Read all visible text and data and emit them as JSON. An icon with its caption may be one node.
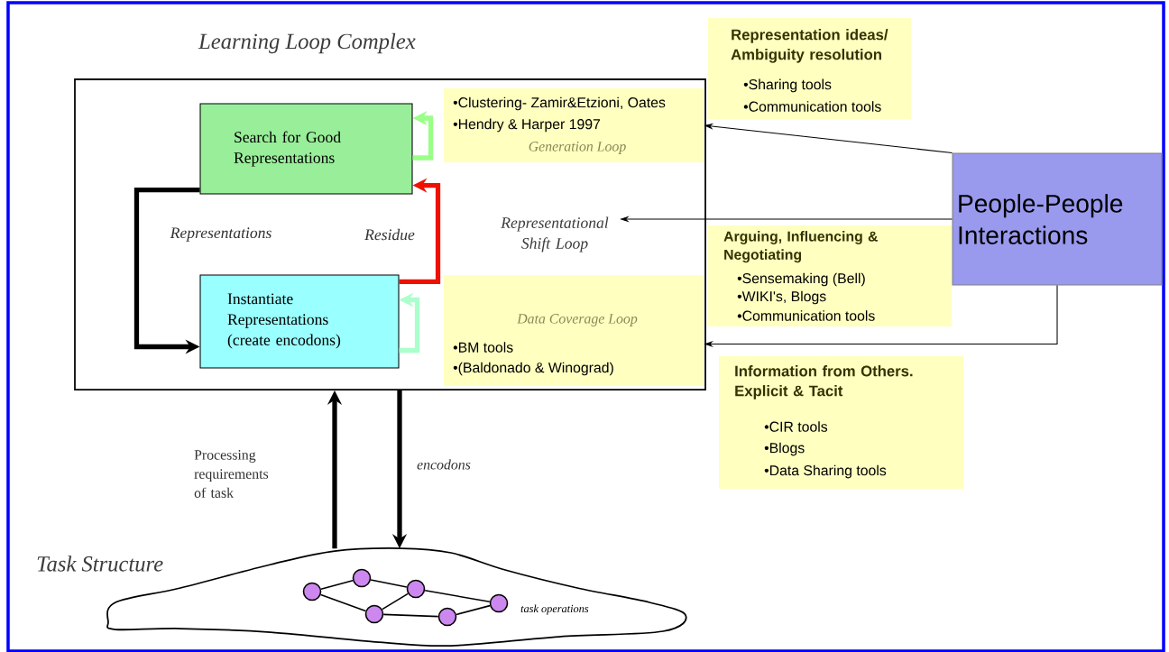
{
  "diagram": {
    "nodes": [
      {
        "text": [
          "Learning Loop Complex"
        ]
      },
      {
        "text": [
          "Search for Good Representations"
        ],
        "in": 0
      },
      {
        "text": [
          "Instantiate Representations (create encodons)"
        ],
        "in": 0
      },
      {
        "text": [
          "•Clustering- Zamir&Etzioni, Oates",
          "•Hendry & Harper 1997",
          "Generation Loop"
        ],
        "in": 0
      },
      {
        "text": [
          "Representational Shift Loop"
        ],
        "in": 0
      },
      {
        "text": [
          "Data Coverage Loop",
          "•BM tools",
          "•(Baldonado & Winograd)"
        ],
        "in": 0
      },
      {
        "text": [
          "Representation ideas/ Ambiguity resolution",
          "•Sharing tools",
          "•Communication tools"
        ]
      },
      {
        "text": [
          "Arguing, Influencing & Negotiating",
          "•Sensemaking (Bell)",
          "•WIKI's, Blogs",
          "•Communication tools"
        ]
      },
      {
        "text": [
          "People-People Interactions"
        ]
      },
      {
        "text": [
          "Information from Others. Explicit & Tacit",
          "•CIR tools",
          "•Blogs",
          "•Data Sharing tools"
        ]
      },
      {
        "text": [
          "Task Structure",
          "task operations"
        ]
      },
      {
        "text": [],
        "shape": "circle",
        "in": 10
      },
      {
        "text": [],
        "shape": "circle",
        "in": 10
      },
      {
        "text": [],
        "shape": "circle",
        "in": 10
      },
      {
        "text": [],
        "shape": "circle",
        "in": 10
      },
      {
        "text": [],
        "shape": "circle",
        "in": 10
      },
      {
        "text": [],
        "shape": "circle",
        "in": 10
      }
    ],
    "edges": [
      {
        "from": 1,
        "to": 2,
        "arrow": "to",
        "label": "Representations",
        "style": "thick"
      },
      {
        "from": 2,
        "to": 1,
        "arrow": "to",
        "label": "Residue",
        "style": "thick",
        "color": "#ee1100"
      },
      {
        "from": 1,
        "to": 1,
        "arrow": "to",
        "style": "thick",
        "color": "#99ff88"
      },
      {
        "from": 2,
        "to": 2,
        "arrow": "to",
        "style": "thick",
        "color": "#aaffcc"
      },
      {
        "from": 10,
        "to": 0,
        "arrow": "to",
        "label": "Processing requirements of task",
        "style": "thick"
      },
      {
        "from": 0,
        "to": 10,
        "arrow": "to",
        "label": "encodons",
        "style": "thick"
      },
      {
        "from": 8,
        "to": 3,
        "arrow": "to"
      },
      {
        "from": 8,
        "to": 4,
        "arrow": "to"
      },
      {
        "from": 8,
        "to": 5,
        "arrow": "to"
      },
      {
        "from": 11,
        "to": 12,
        "arrow": "none"
      },
      {
        "from": 12,
        "to": 14,
        "arrow": "none"
      },
      {
        "from": 11,
        "to": 13,
        "arrow": "none"
      },
      {
        "from": 13,
        "to": 14,
        "arrow": "none"
      },
      {
        "from": 14,
        "to": 16,
        "arrow": "none"
      },
      {
        "from": 13,
        "to": 15,
        "arrow": "none"
      },
      {
        "from": 15,
        "to": 16,
        "arrow": "none"
      }
    ]
  }
}
